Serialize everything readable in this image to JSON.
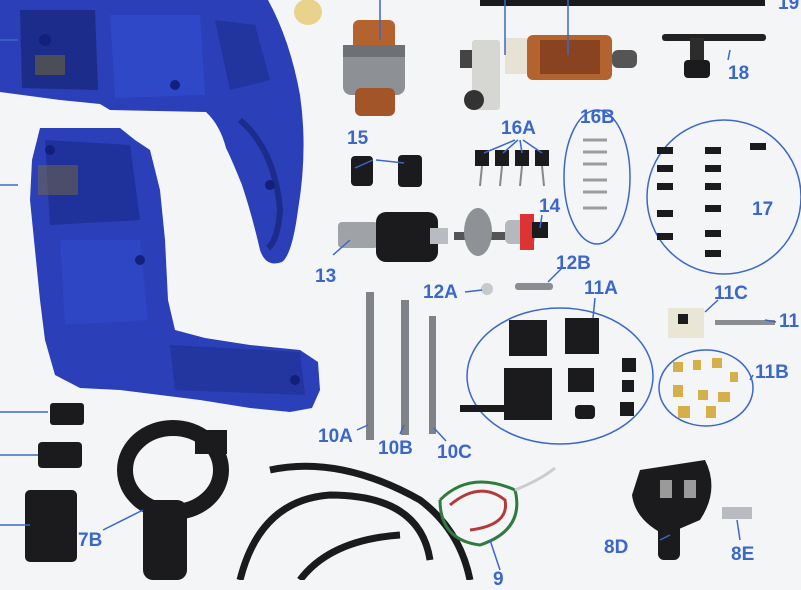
{
  "labels": {
    "l19": "19",
    "l18": "18",
    "l15": "15",
    "l16a": "16A",
    "l16b": "16B",
    "l17": "17",
    "l14": "14",
    "l13": "13",
    "l12a": "12A",
    "l12b": "12B",
    "l11a": "11A",
    "l11c": "11C",
    "l11": "11",
    "l11b": "11B",
    "l10a": "10A",
    "l10b": "10B",
    "l10c": "10C",
    "l7b": "7B",
    "l8d": "8D",
    "l8e": "8E",
    "l9": "9"
  },
  "colors": {
    "label": "#3b67c9",
    "housing": "#2a3fb8",
    "housing_dark": "#1c2c8a",
    "background": "#f4f5f7",
    "black_part": "#1b1b1d",
    "copper": "#b4622e"
  },
  "icons": {
    "housing": "drill-housing-half",
    "motor": "stator-and-armature",
    "chuck": "drill-chuck",
    "key": "chuck-key",
    "cable": "power-cable",
    "plug": "power-plug"
  }
}
